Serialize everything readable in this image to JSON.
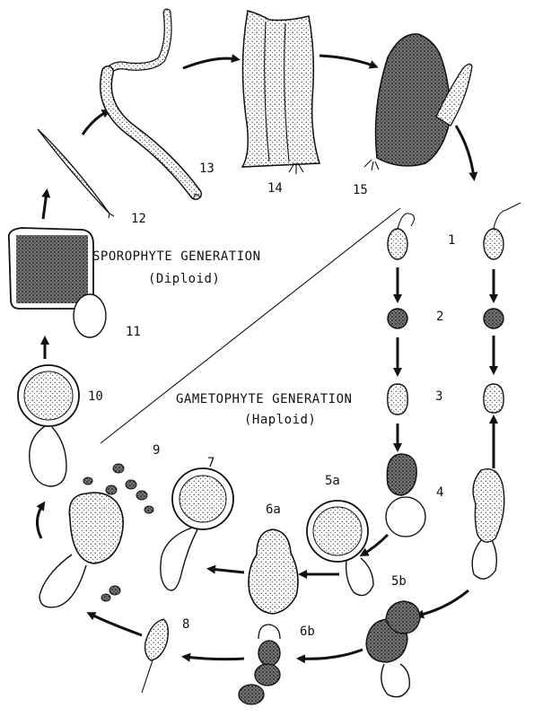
{
  "diagram": {
    "sporophyte": {
      "title": "SPOROPHYTE GENERATION",
      "ploidy": "(Diploid)"
    },
    "gametophyte": {
      "title": "GAMETOPHYTE GENERATION",
      "ploidy": "(Haploid)"
    },
    "stage_labels": {
      "s1": "1",
      "s2": "2",
      "s3": "3",
      "s4": "4",
      "s5a": "5a",
      "s5b": "5b",
      "s6a": "6a",
      "s6b": "6b",
      "s7": "7",
      "s8": "8",
      "s9": "9",
      "s10": "10",
      "s11": "11",
      "s12": "12",
      "s13": "13",
      "s14": "14",
      "s15": "15"
    }
  }
}
